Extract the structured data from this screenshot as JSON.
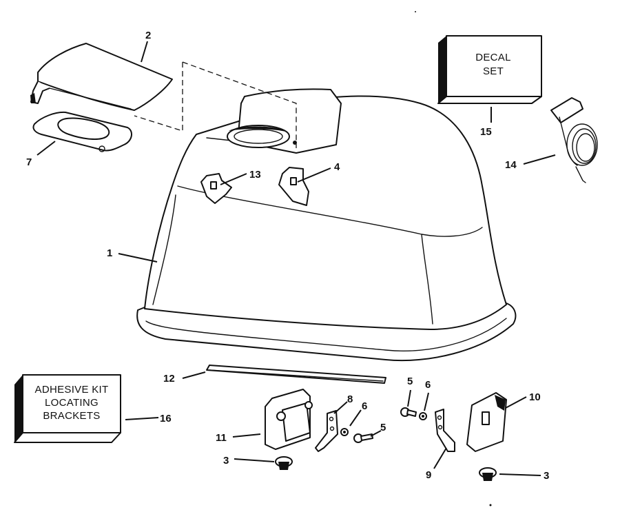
{
  "callouts": {
    "c1": "1",
    "c2": "2",
    "c3a": "3",
    "c3b": "3",
    "c4": "4",
    "c5a": "5",
    "c5b": "5",
    "c6a": "6",
    "c6b": "6",
    "c7": "7",
    "c8": "8",
    "c9": "9",
    "c10": "10",
    "c11": "11",
    "c12": "12",
    "c13": "13",
    "c14": "14",
    "c15": "15",
    "c16": "16"
  },
  "decal_box": {
    "line1": "DECAL",
    "line2": "SET"
  },
  "adhesive_box": {
    "line1": "ADHESIVE KIT",
    "line2": "LOCATING",
    "line3": "BRACKETS"
  }
}
